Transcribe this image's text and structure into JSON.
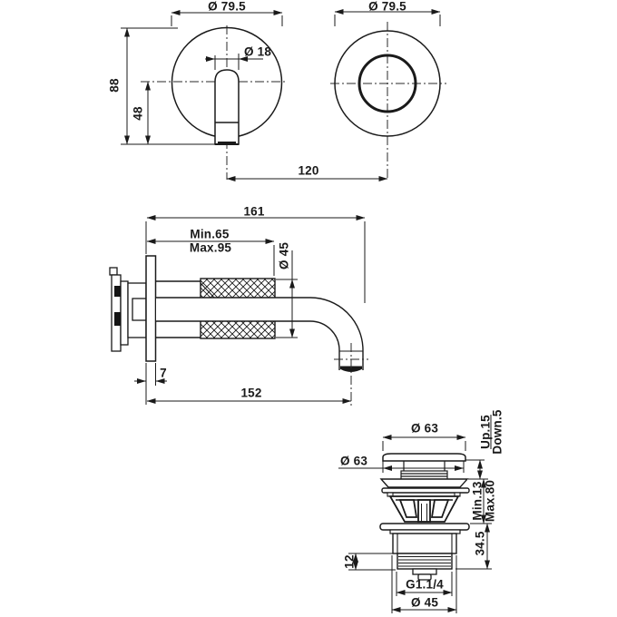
{
  "colors": {
    "line": "#1a1a1a",
    "centerline": "#2a2a2a",
    "background": "#ffffff"
  },
  "dims": {
    "front": {
      "trim_dia": "Ø 79.5",
      "spout_dia": "Ø 18",
      "total_height": "88",
      "lower_height": "48",
      "center_distance": "120"
    },
    "top": {
      "trim_dia": "Ø 79.5"
    },
    "side": {
      "total_depth": "161",
      "min_depth": "Min.65",
      "max_depth": "Max.95",
      "sleeve_dia": "Ø 45",
      "plate_thickness": "7",
      "spout_reach": "152"
    },
    "drain": {
      "cap_dia_top": "Ø 63",
      "cap_dia_side": "Ø 63",
      "up_travel": "Up.15",
      "down_travel": "Down.5",
      "min_thickness": "Min.13",
      "max_thickness": "Max.80",
      "body_height": "34.5",
      "thread_length": "12",
      "thread_size": "G1.1/4",
      "tail_dia": "Ø 45"
    }
  }
}
